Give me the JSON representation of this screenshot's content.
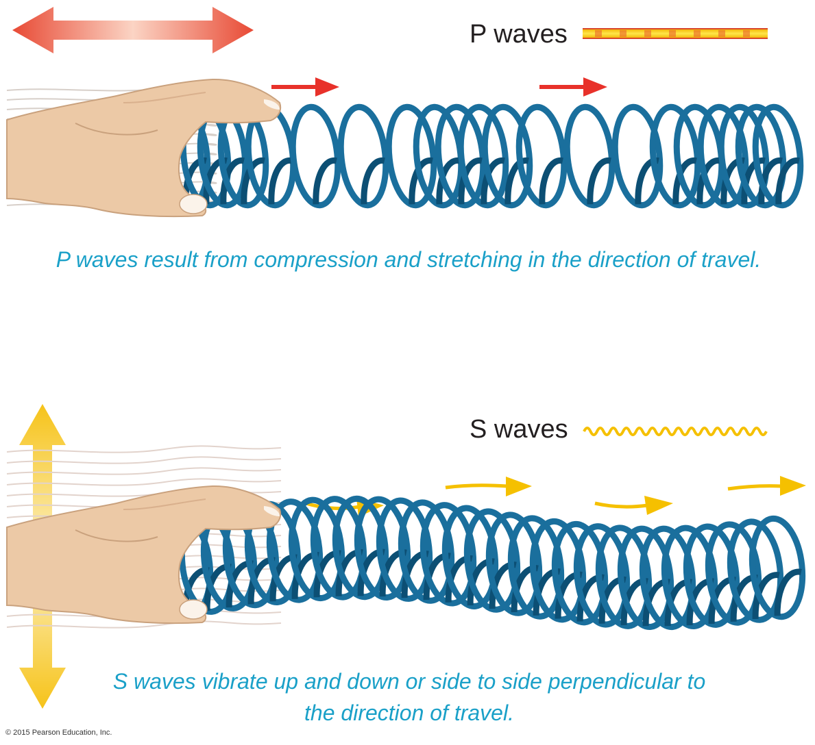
{
  "panels": {
    "p_wave": {
      "label": "P waves",
      "caption": "P waves result from compression and stretching in the direction of travel.",
      "arrow_color": "#e8312a",
      "legend_color": "#f4d000",
      "motion": "back-and-forth",
      "motion_arrow_icon": "double-arrow-horizontal-icon",
      "legend_icon": "dashed-bar-icon",
      "hand_icon": "hand-icon",
      "spring_icon": "coil-spring-icon"
    },
    "s_wave": {
      "label": "S waves",
      "caption_line1": "S waves vibrate up and down or side to side perpendicular to",
      "caption_line2": "the direction of travel.",
      "arrow_color": "#f5c000",
      "legend_color": "#f5c000",
      "motion": "up-and-down",
      "motion_arrow_icon": "double-arrow-vertical-icon",
      "legend_icon": "wavy-line-icon",
      "hand_icon": "hand-icon",
      "spring_icon": "coil-spring-icon"
    }
  },
  "colors": {
    "spring": "#1a6f9d",
    "spring_dark": "#0c4f74",
    "caption": "#1aa0c8",
    "label": "#231f20",
    "skin": "#ecc9a6"
  },
  "copyright": "© 2015 Pearson Education, Inc."
}
